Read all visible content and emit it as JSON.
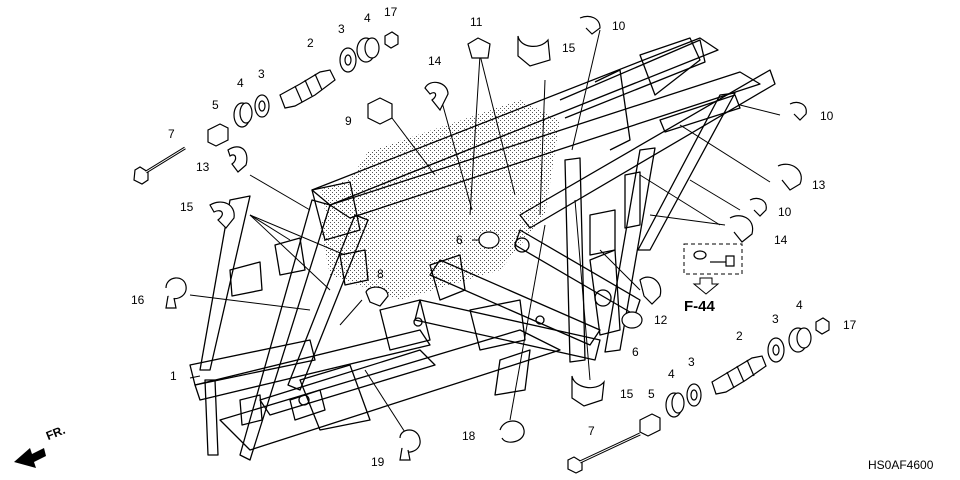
{
  "diagram": {
    "drawing_code": "HS0AF4600",
    "reference": "F-44",
    "direction_label": "FR.",
    "callouts": [
      {
        "id": "c-1",
        "text": "1"
      },
      {
        "id": "c-2a",
        "text": "2"
      },
      {
        "id": "c-3a",
        "text": "3"
      },
      {
        "id": "c-4a",
        "text": "4"
      },
      {
        "id": "c-17a",
        "text": "17"
      },
      {
        "id": "c-4b",
        "text": "4"
      },
      {
        "id": "c-3b",
        "text": "3"
      },
      {
        "id": "c-5a",
        "text": "5"
      },
      {
        "id": "c-7a",
        "text": "7"
      },
      {
        "id": "c-13a",
        "text": "13"
      },
      {
        "id": "c-15a",
        "text": "15"
      },
      {
        "id": "c-16",
        "text": "16"
      },
      {
        "id": "c-9",
        "text": "9"
      },
      {
        "id": "c-14a",
        "text": "14"
      },
      {
        "id": "c-11",
        "text": "11"
      },
      {
        "id": "c-15b",
        "text": "15"
      },
      {
        "id": "c-10a",
        "text": "10"
      },
      {
        "id": "c-10b",
        "text": "10"
      },
      {
        "id": "c-13b",
        "text": "13"
      },
      {
        "id": "c-10c",
        "text": "10"
      },
      {
        "id": "c-14b",
        "text": "14"
      },
      {
        "id": "c-6a",
        "text": "6"
      },
      {
        "id": "c-8",
        "text": "8"
      },
      {
        "id": "c-12",
        "text": "12"
      },
      {
        "id": "c-6b",
        "text": "6"
      },
      {
        "id": "c-4c",
        "text": "4"
      },
      {
        "id": "c-2b",
        "text": "2"
      },
      {
        "id": "c-3c",
        "text": "3"
      },
      {
        "id": "c-17b",
        "text": "17"
      },
      {
        "id": "c-4d",
        "text": "4"
      },
      {
        "id": "c-3d",
        "text": "3"
      },
      {
        "id": "c-5b",
        "text": "5"
      },
      {
        "id": "c-15c",
        "text": "15"
      },
      {
        "id": "c-7b",
        "text": "7"
      },
      {
        "id": "c-18",
        "text": "18"
      },
      {
        "id": "c-19",
        "text": "19"
      }
    ]
  }
}
